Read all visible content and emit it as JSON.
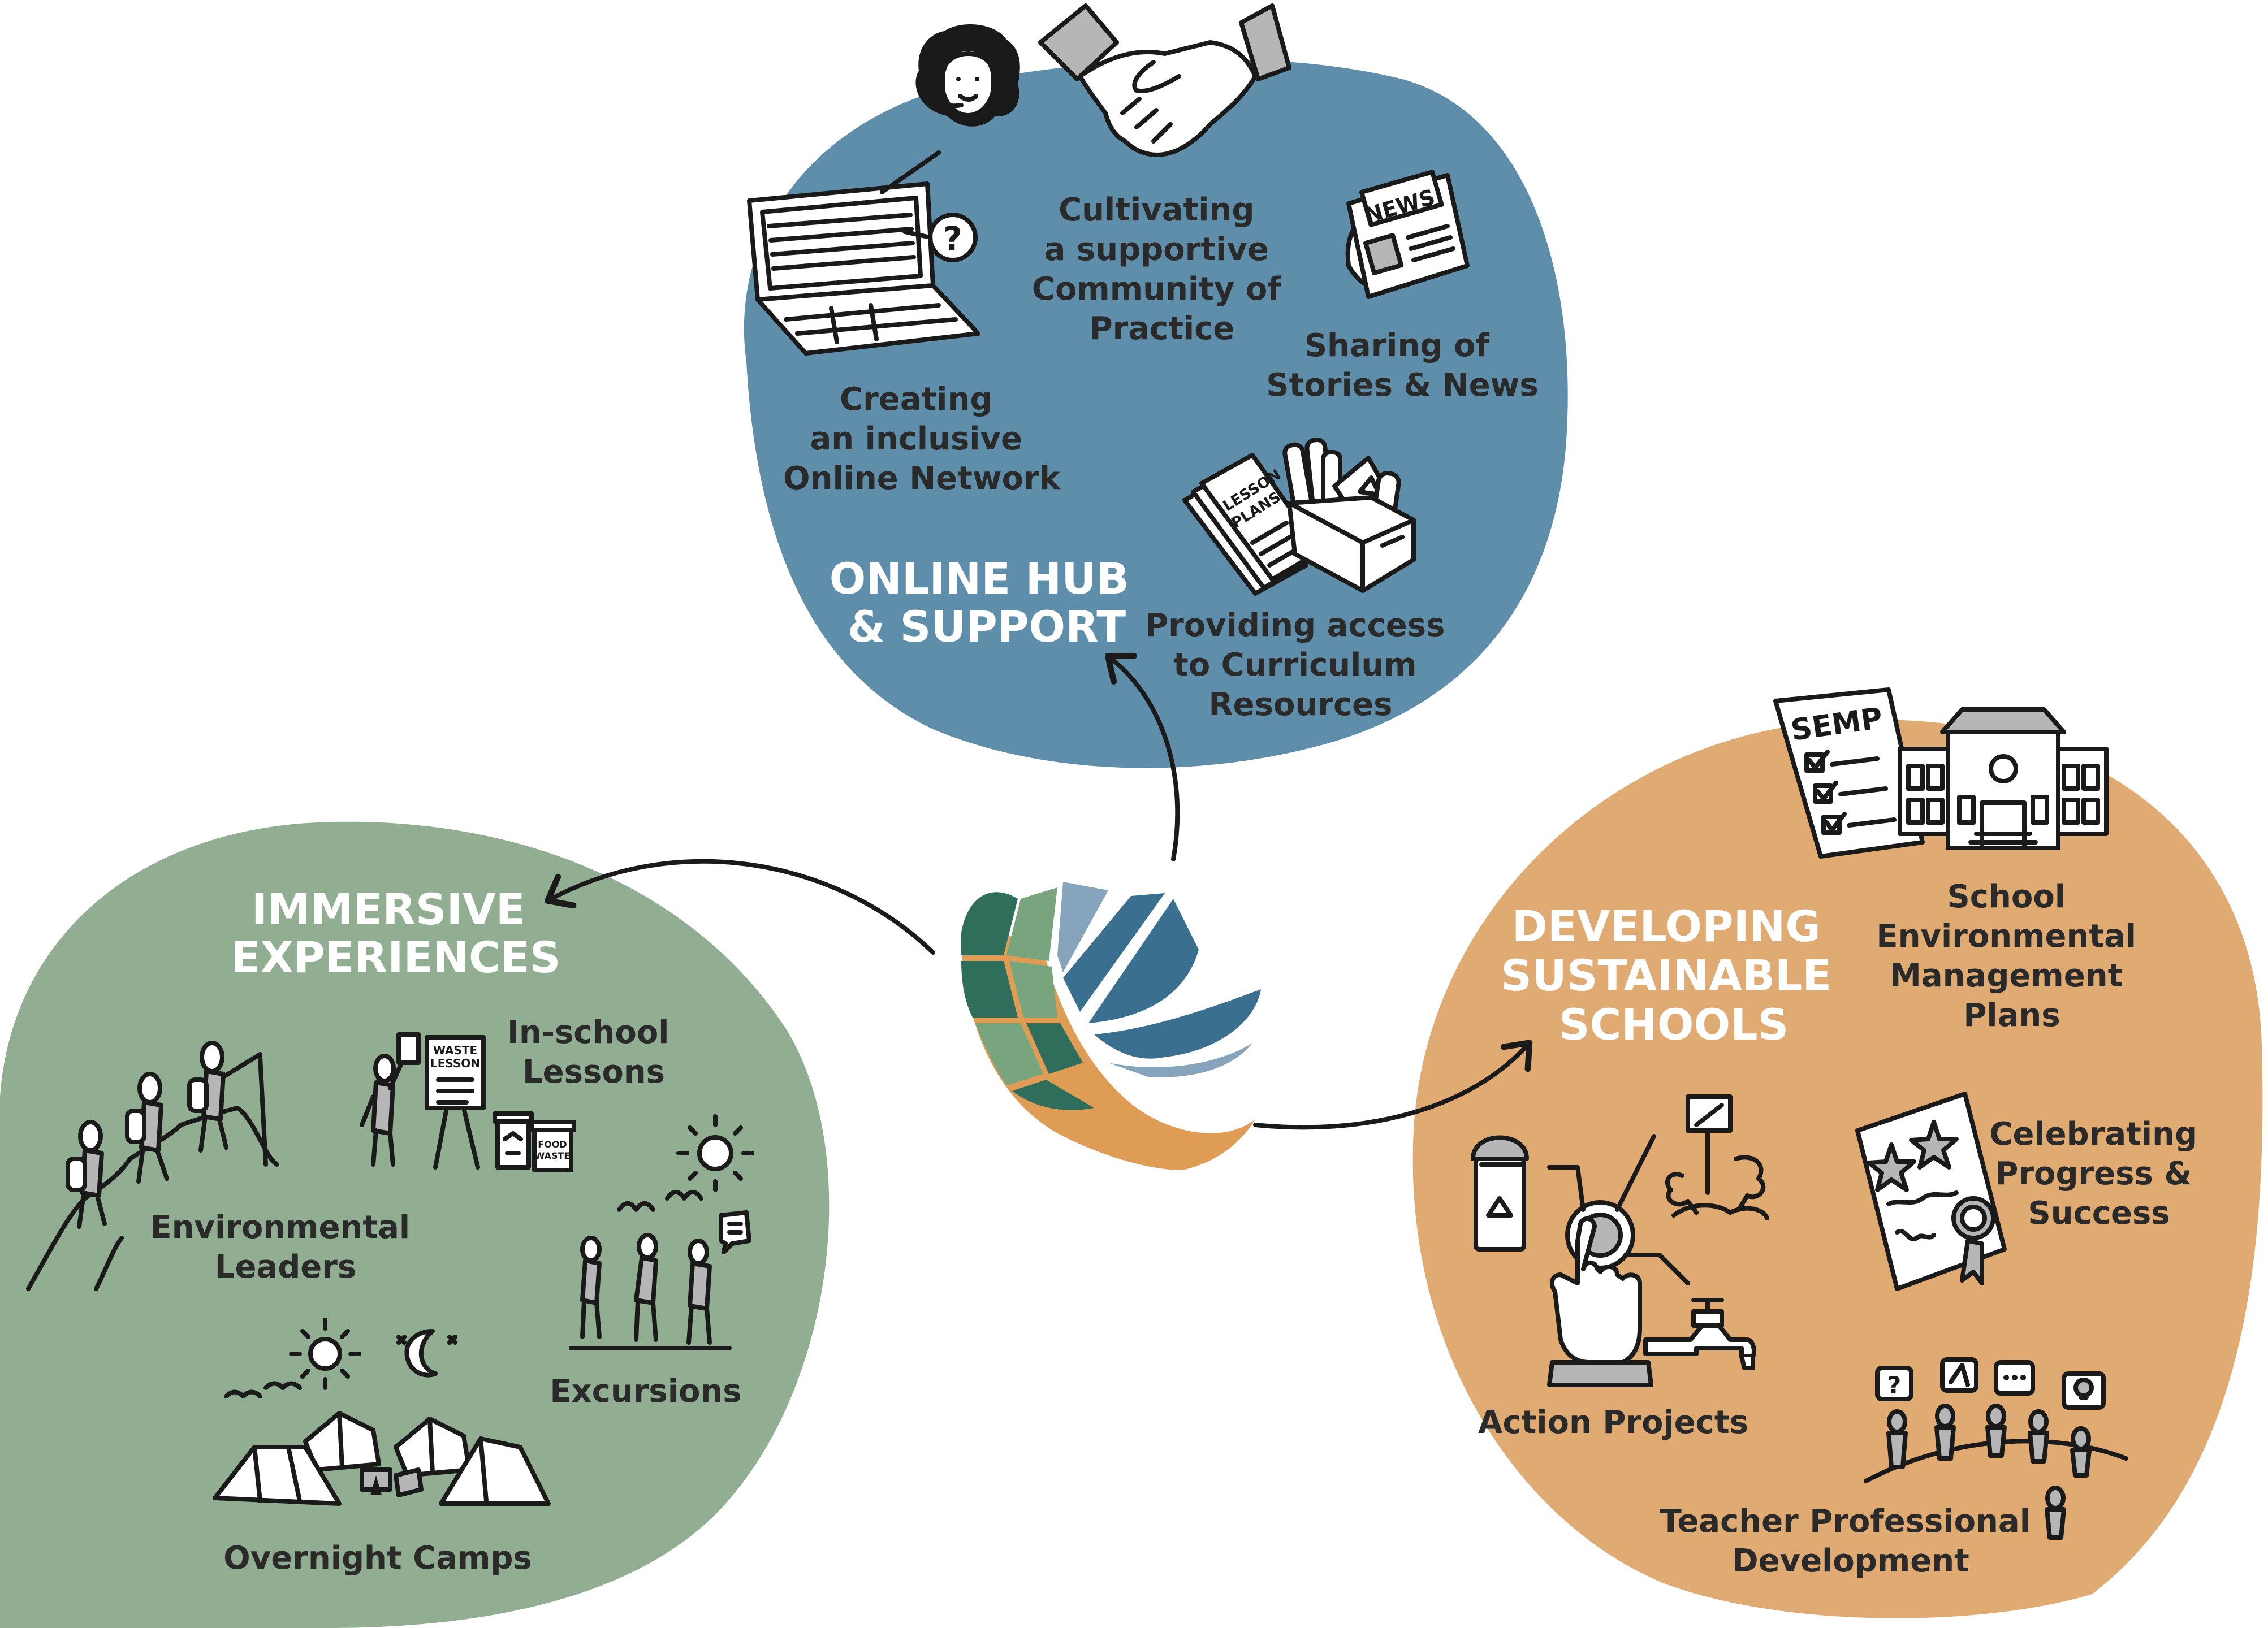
{
  "colors": {
    "online_hub": "#5f8eaa",
    "immersive": "#92ae92",
    "sustainable": "#e0aa73",
    "logo_green_dark": "#2f6e5a",
    "logo_green_light": "#78a57e",
    "logo_blue": "#3b6f90",
    "logo_blue_light": "#86a4bb",
    "logo_orange": "#de9c55"
  },
  "online_hub": {
    "title": [
      "ONLINE HUB",
      "& SUPPORT"
    ],
    "items": {
      "community": [
        "Cultivating",
        "a supportive",
        "Community of",
        "Practice"
      ],
      "network": [
        "Creating",
        "an inclusive",
        "Online Network"
      ],
      "stories": [
        "Sharing of",
        "Stories & News"
      ],
      "curriculum": [
        "Providing access",
        "to Curriculum",
        "Resources"
      ]
    },
    "icon_text": {
      "news": "NEWS",
      "lesson_plans": [
        "LESSON",
        "PLANS"
      ]
    }
  },
  "immersive": {
    "title": [
      "IMMERSIVE",
      "EXPERIENCES"
    ],
    "items": {
      "lessons": [
        "In-school",
        "Lessons"
      ],
      "leaders": [
        "Environmental",
        "Leaders"
      ],
      "excursions": [
        "Excursions"
      ],
      "camps": [
        "Overnight Camps"
      ]
    },
    "icon_text": {
      "waste_lesson": [
        "WASTE",
        "LESSON"
      ],
      "food_waste": [
        "FOOD",
        "WASTE"
      ]
    }
  },
  "sustainable": {
    "title": [
      "DEVELOPING",
      "SUSTAINABLE",
      "SCHOOLS"
    ],
    "items": {
      "semp": [
        "School",
        "Environmental",
        "Management",
        "Plans"
      ],
      "celebrating": [
        "Celebrating",
        "Progress &",
        "Success"
      ],
      "action": [
        "Action Projects"
      ],
      "teacher": [
        "Teacher Professional",
        "Development"
      ]
    },
    "icon_text": {
      "semp": "SEMP"
    }
  },
  "icons": [
    "handshake-icon",
    "headset-person-icon",
    "laptop-icon",
    "question-bubble-icon",
    "newspaper-icon",
    "lesson-plans-icon",
    "resource-box-icon",
    "hikers-icon",
    "teacher-icon",
    "recycling-bins-icon",
    "sun-icon",
    "moon-icon",
    "tents-icon",
    "semp-checklist-icon",
    "school-building-icon",
    "certificate-icon",
    "button-press-icon",
    "bin-icon",
    "seedling-icon",
    "tap-icon",
    "discussion-group-icon",
    "logo-icon"
  ]
}
